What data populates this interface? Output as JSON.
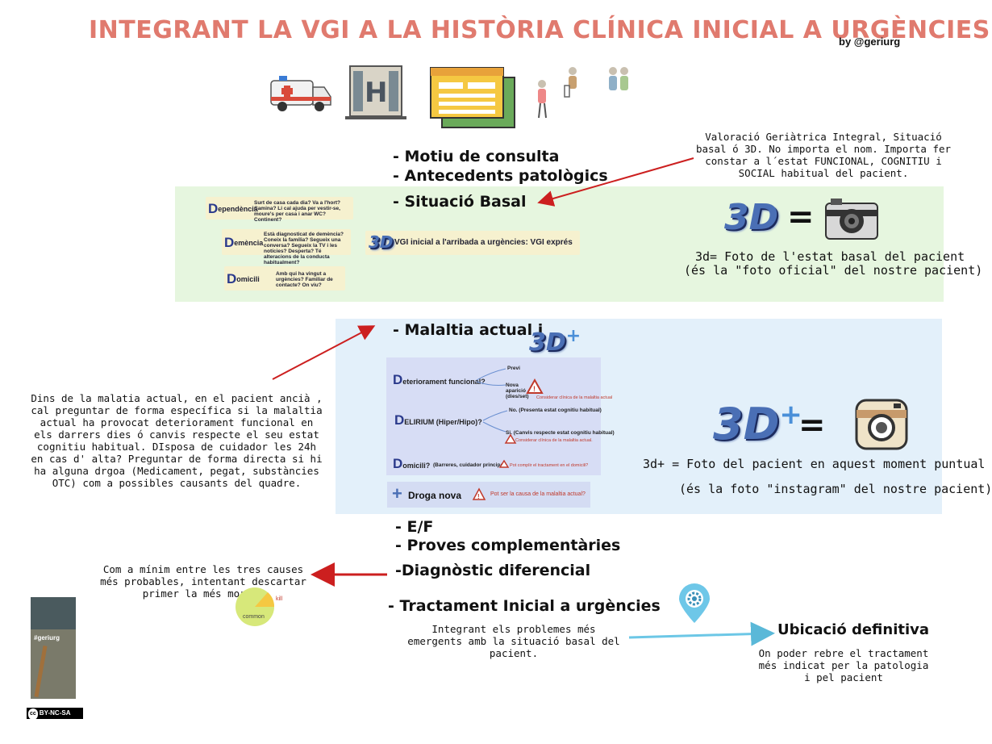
{
  "header": {
    "title": "INTEGRANT LA VGI A LA HISTÒRIA CLÍNICA INICIAL A URGÈNCIES",
    "byline": "by @geriurg"
  },
  "sections": {
    "motiu": "- Motiu de consulta",
    "antecedents": "- Antecedents patològics",
    "situacio": "- Situació Basal",
    "malaltia": "- Malaltia actual i",
    "ef": "- E/F",
    "proves": "- Proves complementàries",
    "diagnostic": "-Diagnòstic diferencial",
    "tractament": "- Tractament Inicial a urgències"
  },
  "notes": {
    "vgi_top": "Valoració Geriàtrica Integral, Situació basal ó 3D. No importa el nom. Importa fer constar a l´estat FUNCIONAL, COGNITIU i SOCIAL habitual del pacient.",
    "malaltia_left": "Dins de la malatia actual, en el pacient ancià , cal preguntar de forma específica si la malaltia actual ha provocat deteriorament funcional en els darrers dies ó canvis respecte el seu estat cognitiu habitual. DIsposa de cuidador les 24h en cas d' alta? Preguntar de forma directa si hi ha alguna drgoa (Medicament, pegat, substàncies OTC) com a possibles causants del quadre.",
    "diagnostic_left": "Com a mínim entre les tres causes més probables, intentant descartar primer la més mortal",
    "tractament_sub": "Integrant els problemes més emergents amb la situació basal del pacient.",
    "ubicacio_title": "Ubicació definitiva",
    "ubicacio_sub": "On poder rebre el tractament més indicat per la patologia i pel pacient"
  },
  "basal_cards": [
    {
      "cap": "D",
      "label": "ependència",
      "text": "Surt de casa cada dia? Va a l'hort? Camina? Li cal ajuda per vestir-se, moure's per casa i anar WC? Continent?"
    },
    {
      "cap": "D",
      "label": "emència",
      "text": "Està diagnosticat de demència? Coneix la família? Segueix una conversa? Segueix la TV i les notícies? Desperta? Té alteracions de la conducta habitualment?"
    },
    {
      "cap": "D",
      "label": "omicili",
      "text": "Amb qui ha vingut a urgències? Familiar de contacte? On viu?"
    }
  ],
  "vgi_express": {
    "badge": "3D",
    "text": "VGI inicial a l'arribada a urgències: VGI exprés"
  },
  "threeD": {
    "basal_badge": "3D",
    "basal_caption_1": "3d= Foto de l'estat basal del pacient",
    "basal_caption_2": "(és la \"foto oficial\" del nostre pacient)",
    "plus_badge": "3D",
    "plus_caption_1": "3d+ = Foto del pacient en aquest moment puntual",
    "plus_caption_2": "(és la foto \"instagram\" del nostre pacient)",
    "equals": "=",
    "plus_sign": "+"
  },
  "acute_panel": {
    "items": [
      {
        "cap": "D",
        "label": "eteriorament funcional?",
        "opt1": "Previ",
        "opt2": "Nova aparició (dies/set)",
        "warn": "Considerar clínica de la malaltia actual"
      },
      {
        "cap": "D",
        "label": "ELIRIUM (Hiper/Hipo)?",
        "opt1": "No. (Presenta estat cognitiu habitual)",
        "opt2": "Si. (Canvis respecte estat cognitiu habitual)",
        "warn": "Considerar clínica de la malaltia actual."
      },
      {
        "cap": "D",
        "label": "omicili?",
        "extra": "(Barreres, cuidador principal)",
        "warn": "Pot complir el tractament en el domicili?"
      }
    ],
    "droga_label": "Droga nova",
    "droga_warn": "Pot ser la causa de la malaltia actual?"
  },
  "diagram_labels": {
    "kill": "kill",
    "common": "common",
    "hashtag": "#geriurg",
    "license": "BY-NC-SA"
  },
  "colors": {
    "title": "#e07a6e",
    "green_band": "#e6f6df",
    "blue_band": "#e3f0fa",
    "arrow_red": "#cc1f1f",
    "arrow_cyan": "#6cc7e6"
  }
}
